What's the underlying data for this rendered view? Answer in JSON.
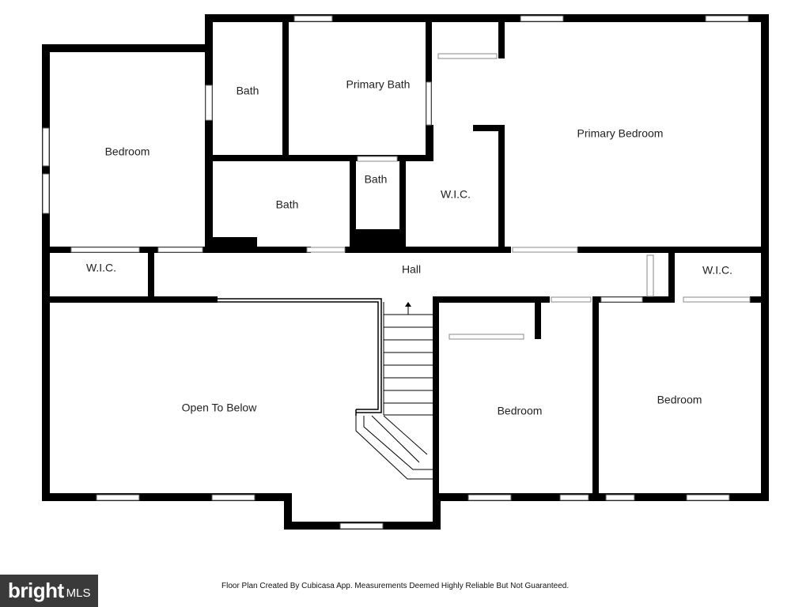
{
  "rooms": {
    "bedroom_west": "Bedroom",
    "bath_north": "Bath",
    "primary_bath": "Primary Bath",
    "primary_bedroom": "Primary Bedroom",
    "bath_middle": "Bath",
    "bath_small": "Bath",
    "wic_primary": "W.I.C.",
    "wic_west": "W.I.C.",
    "hall": "Hall",
    "wic_east": "W.I.C.",
    "open_to_below": "Open To Below",
    "bedroom_south_mid": "Bedroom",
    "bedroom_south_east": "Bedroom"
  },
  "footer": {
    "note": "Floor Plan Created By Cubicasa App. Measurements Deemed Highly Reliable But Not Guaranteed."
  },
  "logo": {
    "brand": "bright",
    "suffix": "MLS"
  },
  "colors": {
    "wall": "#000000",
    "background": "#ffffff",
    "logo_bg": "#3a3a3a"
  }
}
